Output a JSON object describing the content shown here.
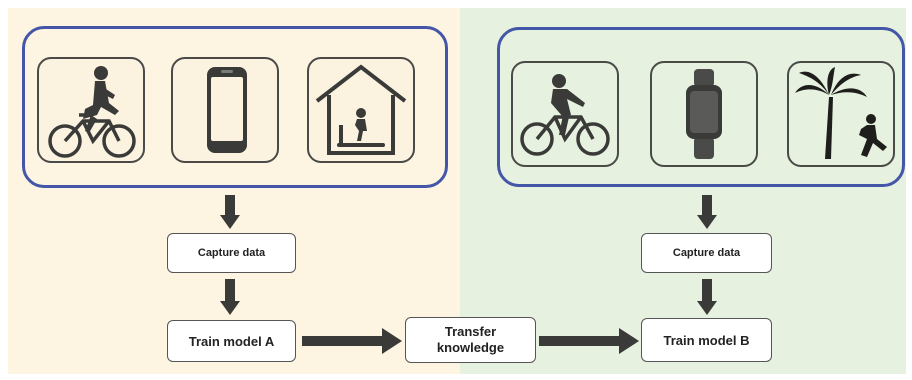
{
  "left_flow": {
    "icons": [
      "bicycle-rider-icon",
      "smartphone-icon",
      "treadmill-house-icon"
    ],
    "capture_label": "Capture data",
    "train_label": "Train model A"
  },
  "right_flow": {
    "icons": [
      "cyclist-icon",
      "smartwatch-icon",
      "palm-runner-icon"
    ],
    "capture_label": "Capture data",
    "train_label": "Train model B"
  },
  "transfer_label": "Transfer knowledge",
  "colors": {
    "left_background": "#fdf4e1",
    "right_background": "#e6f1df",
    "group_border": "#4456a8",
    "arrow": "#3a3a38"
  }
}
